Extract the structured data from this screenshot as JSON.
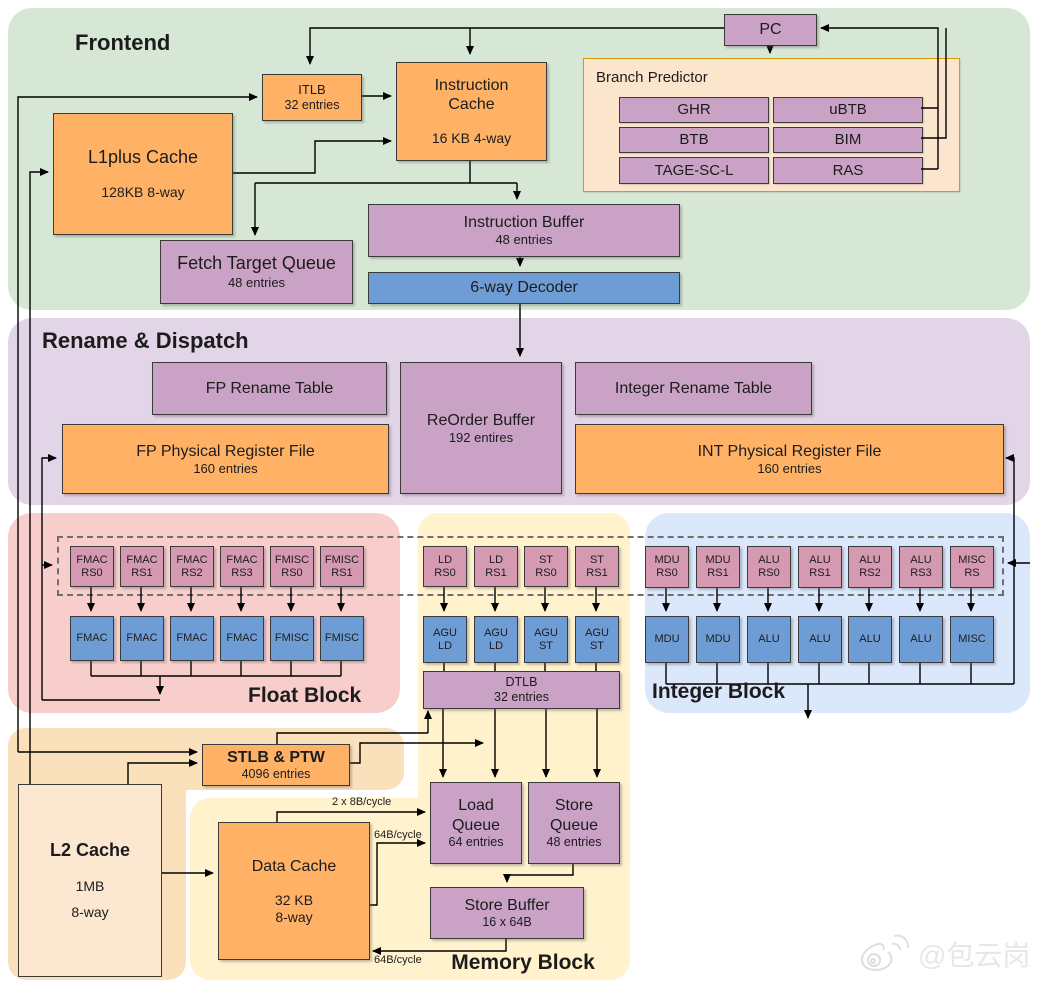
{
  "frontend": {
    "title": "Frontend",
    "pc": "PC",
    "branch_predictor": {
      "title": "Branch Predictor",
      "units": [
        "GHR",
        "uBTB",
        "BTB",
        "BIM",
        "TAGE-SC-L",
        "RAS"
      ]
    },
    "itlb": {
      "name": "ITLB",
      "detail": "32 entries"
    },
    "icache": {
      "name": "Instruction Cache",
      "detail": "16 KB 4-way"
    },
    "l1plus": {
      "name": "L1plus Cache",
      "detail": "128KB 8-way"
    },
    "ftq": {
      "name": "Fetch Target Queue",
      "detail": "48 entries"
    },
    "ibuf": {
      "name": "Instruction Buffer",
      "detail": "48 entries"
    },
    "decoder": {
      "name": "6-way Decoder"
    }
  },
  "rename_dispatch": {
    "title": "Rename & Dispatch",
    "fp_rename_table": "FP Rename Table",
    "rob": {
      "name": "ReOrder Buffer",
      "detail": "192 entires"
    },
    "int_rename_table": "Integer Rename Table",
    "fp_prf": {
      "name": "FP Physical Register File",
      "detail": "160 entries"
    },
    "int_prf": {
      "name": "INT Physical Register File",
      "detail": "160 entries"
    }
  },
  "float_block": {
    "title": "Float Block",
    "rs": [
      "FMAC RS0",
      "FMAC RS1",
      "FMAC RS2",
      "FMAC RS3",
      "FMISC RS0",
      "FMISC RS1"
    ],
    "fu": [
      "FMAC",
      "FMAC",
      "FMAC",
      "FMAC",
      "FMISC",
      "FMISC"
    ]
  },
  "memory_block": {
    "title": "Memory Block",
    "rs": [
      "LD RS0",
      "LD RS1",
      "ST RS0",
      "ST RS1"
    ],
    "fu": [
      "AGU LD",
      "AGU LD",
      "AGU ST",
      "AGU ST"
    ],
    "dtlb": {
      "name": "DTLB",
      "detail": "32 entries"
    },
    "load_queue": {
      "name": "Load Queue",
      "detail": "64 entries"
    },
    "store_queue": {
      "name": "Store Queue",
      "detail": "48 entries"
    },
    "store_buffer": {
      "name": "Store Buffer",
      "detail": "16 x 64B"
    },
    "labels": {
      "dcache_lq_top": "2 x 8B/cycle",
      "dcache_lq": "64B/cycle",
      "sbuf_dcache": "64B/cycle"
    }
  },
  "integer_block": {
    "title": "Integer Block",
    "rs": [
      "MDU RS0",
      "MDU RS1",
      "ALU RS0",
      "ALU RS1",
      "ALU RS2",
      "ALU RS3",
      "MISC RS"
    ],
    "fu": [
      "MDU",
      "MDU",
      "ALU",
      "ALU",
      "ALU",
      "ALU",
      "MISC"
    ]
  },
  "uncore": {
    "stlb": {
      "name": "STLB & PTW",
      "detail": "4096 entries"
    },
    "l2": {
      "name": "L2 Cache",
      "detail1": "1MB",
      "detail2": "8-way"
    },
    "dcache": {
      "name": "Data Cache",
      "detail1": "32 KB",
      "detail2": "8-way"
    }
  },
  "watermark": {
    "handle": "@包云岗"
  },
  "colors": {
    "frontend_bg": "#d6e8d5",
    "rename_bg": "#e2d5e7",
    "float_bg": "#f8cecc",
    "memory_bg": "#fff2cc",
    "integer_bg": "#dbe8fc",
    "uncore_bg": "#fbe0bc",
    "orange_box": "#ffb266",
    "purple_box": "#c9a2c6",
    "pink_rs_box": "#d59ab1",
    "blue_unit": "#6e9dd6",
    "bp_panel": "#fce5cd",
    "bp_border": "#d79b00"
  }
}
